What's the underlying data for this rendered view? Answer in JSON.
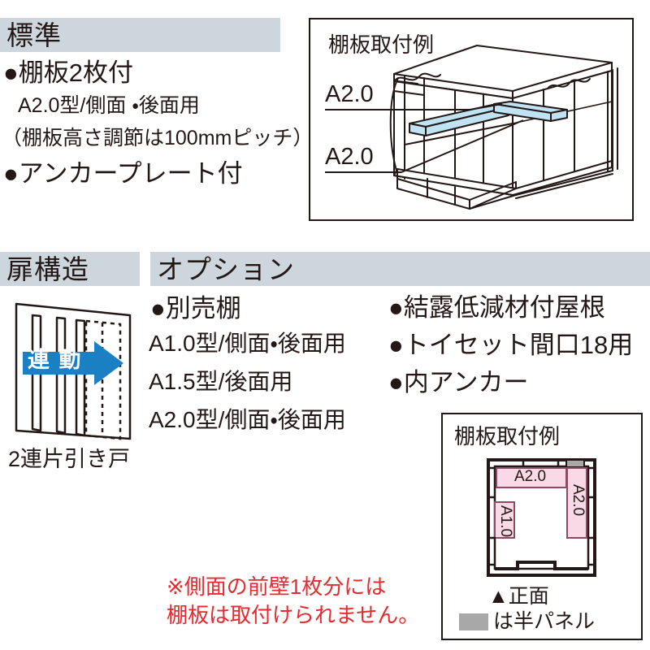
{
  "sections": {
    "standard": {
      "header": "標準",
      "lines": [
        "●棚板2枚付",
        "A2.0型/側面 ・後面用",
        "（棚板高さ調節は100mmピッチ）",
        "●アンカープレート付"
      ]
    },
    "door_structure": {
      "header": "扉構造",
      "arrow_label": "連 動",
      "caption": "2連片引き戸"
    },
    "option": {
      "header": "オプション",
      "column1": [
        "●別売棚",
        "A1.0型/側面・後面用",
        "A1.5型/後面用",
        "A2.0型/側面・後面用"
      ],
      "column2": [
        "●結露低減材付屋根",
        "●トイセット間口18用",
        "●内アンカー"
      ]
    }
  },
  "iso_diagram": {
    "title": "棚板取付例",
    "labels": [
      "A2.0",
      "A2.0"
    ]
  },
  "plan_diagram": {
    "title": "棚板取付例",
    "shelf_top": "A2.0",
    "shelf_right": "A2.0",
    "shelf_left": "A1.0",
    "front_marker": "▲正面",
    "legend_text": "は半パネル"
  },
  "warning": "※側面の前壁1枚分には\n 棚板は取付けられません。",
  "colors": {
    "header_bar": "#ccd6dc",
    "shelf_blue": "#bfe3f2",
    "shelf_pink": "#f8d9e5",
    "arrow_blue": "#1b7fc4",
    "warning_red": "#e8292f",
    "half_panel_gray": "#a8a8a8",
    "outline": "#231815"
  }
}
